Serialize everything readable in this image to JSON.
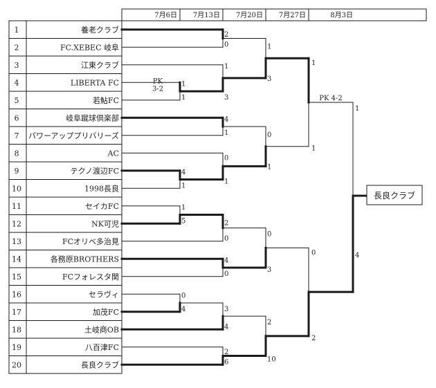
{
  "dates": [
    "7月6日",
    "7月13日",
    "7月20日",
    "7月27日",
    "8月3日"
  ],
  "teams": [
    {
      "no": "1",
      "name": "養老クラブ"
    },
    {
      "no": "2",
      "name": "FC.XEBEC 岐阜"
    },
    {
      "no": "3",
      "name": "江東クラブ"
    },
    {
      "no": "4",
      "name": "LIBERTA FC"
    },
    {
      "no": "5",
      "name": "若鮎FC"
    },
    {
      "no": "6",
      "name": "岐阜蹴球倶楽部"
    },
    {
      "no": "7",
      "name": "パワーアッププリバリーズ"
    },
    {
      "no": "8",
      "name": "AC"
    },
    {
      "no": "9",
      "name": "テクノ渡辺FC"
    },
    {
      "no": "10",
      "name": "1998長良"
    },
    {
      "no": "11",
      "name": "セイカFC"
    },
    {
      "no": "12",
      "name": "NK可児"
    },
    {
      "no": "13",
      "name": "FCオリベ多治見"
    },
    {
      "no": "14",
      "name": "各務原BROTHERS"
    },
    {
      "no": "15",
      "name": "FCフォレスタ関"
    },
    {
      "no": "16",
      "name": "セラヴィ"
    },
    {
      "no": "17",
      "name": "加茂FC"
    },
    {
      "no": "18",
      "name": "土岐商OB"
    },
    {
      "no": "19",
      "name": "八百津FC"
    },
    {
      "no": "20",
      "name": "長良クラブ"
    }
  ],
  "scores": {
    "r1_m4_5": [
      "1",
      "1"
    ],
    "r1_m9_10": [
      "4",
      "1"
    ],
    "r1_m11_12": [
      "1",
      "5"
    ],
    "r1_m16_17": [
      "0",
      "4"
    ],
    "r2_m1_2": [
      "2",
      "0"
    ],
    "r2_m3_w45": [
      "1",
      "3"
    ],
    "r2_m6_7": [
      "4",
      "1"
    ],
    "r2_m8_w910": [
      "0",
      "1"
    ],
    "r2_w1112_13": [
      "2",
      "0"
    ],
    "r2_m14_15": [
      "4",
      "0"
    ],
    "r2_w1617_18": [
      "3",
      "4"
    ],
    "r2_m19_20": [
      "2",
      "6"
    ],
    "r3_a": [
      "1",
      "3"
    ],
    "r3_b": [
      "0",
      "1"
    ],
    "r3_c": [
      "0",
      "3"
    ],
    "r3_d": [
      "2",
      "10"
    ],
    "r4_top": [
      "1",
      "1"
    ],
    "r4_bottom": [
      "0",
      "2"
    ],
    "final": [
      "1",
      "4"
    ]
  },
  "pk_labels": {
    "r1_m4_5_a": "PK",
    "r1_m4_5_b": "3-2",
    "r4_top": "PK 4-2"
  },
  "champion": "長良クラブ"
}
